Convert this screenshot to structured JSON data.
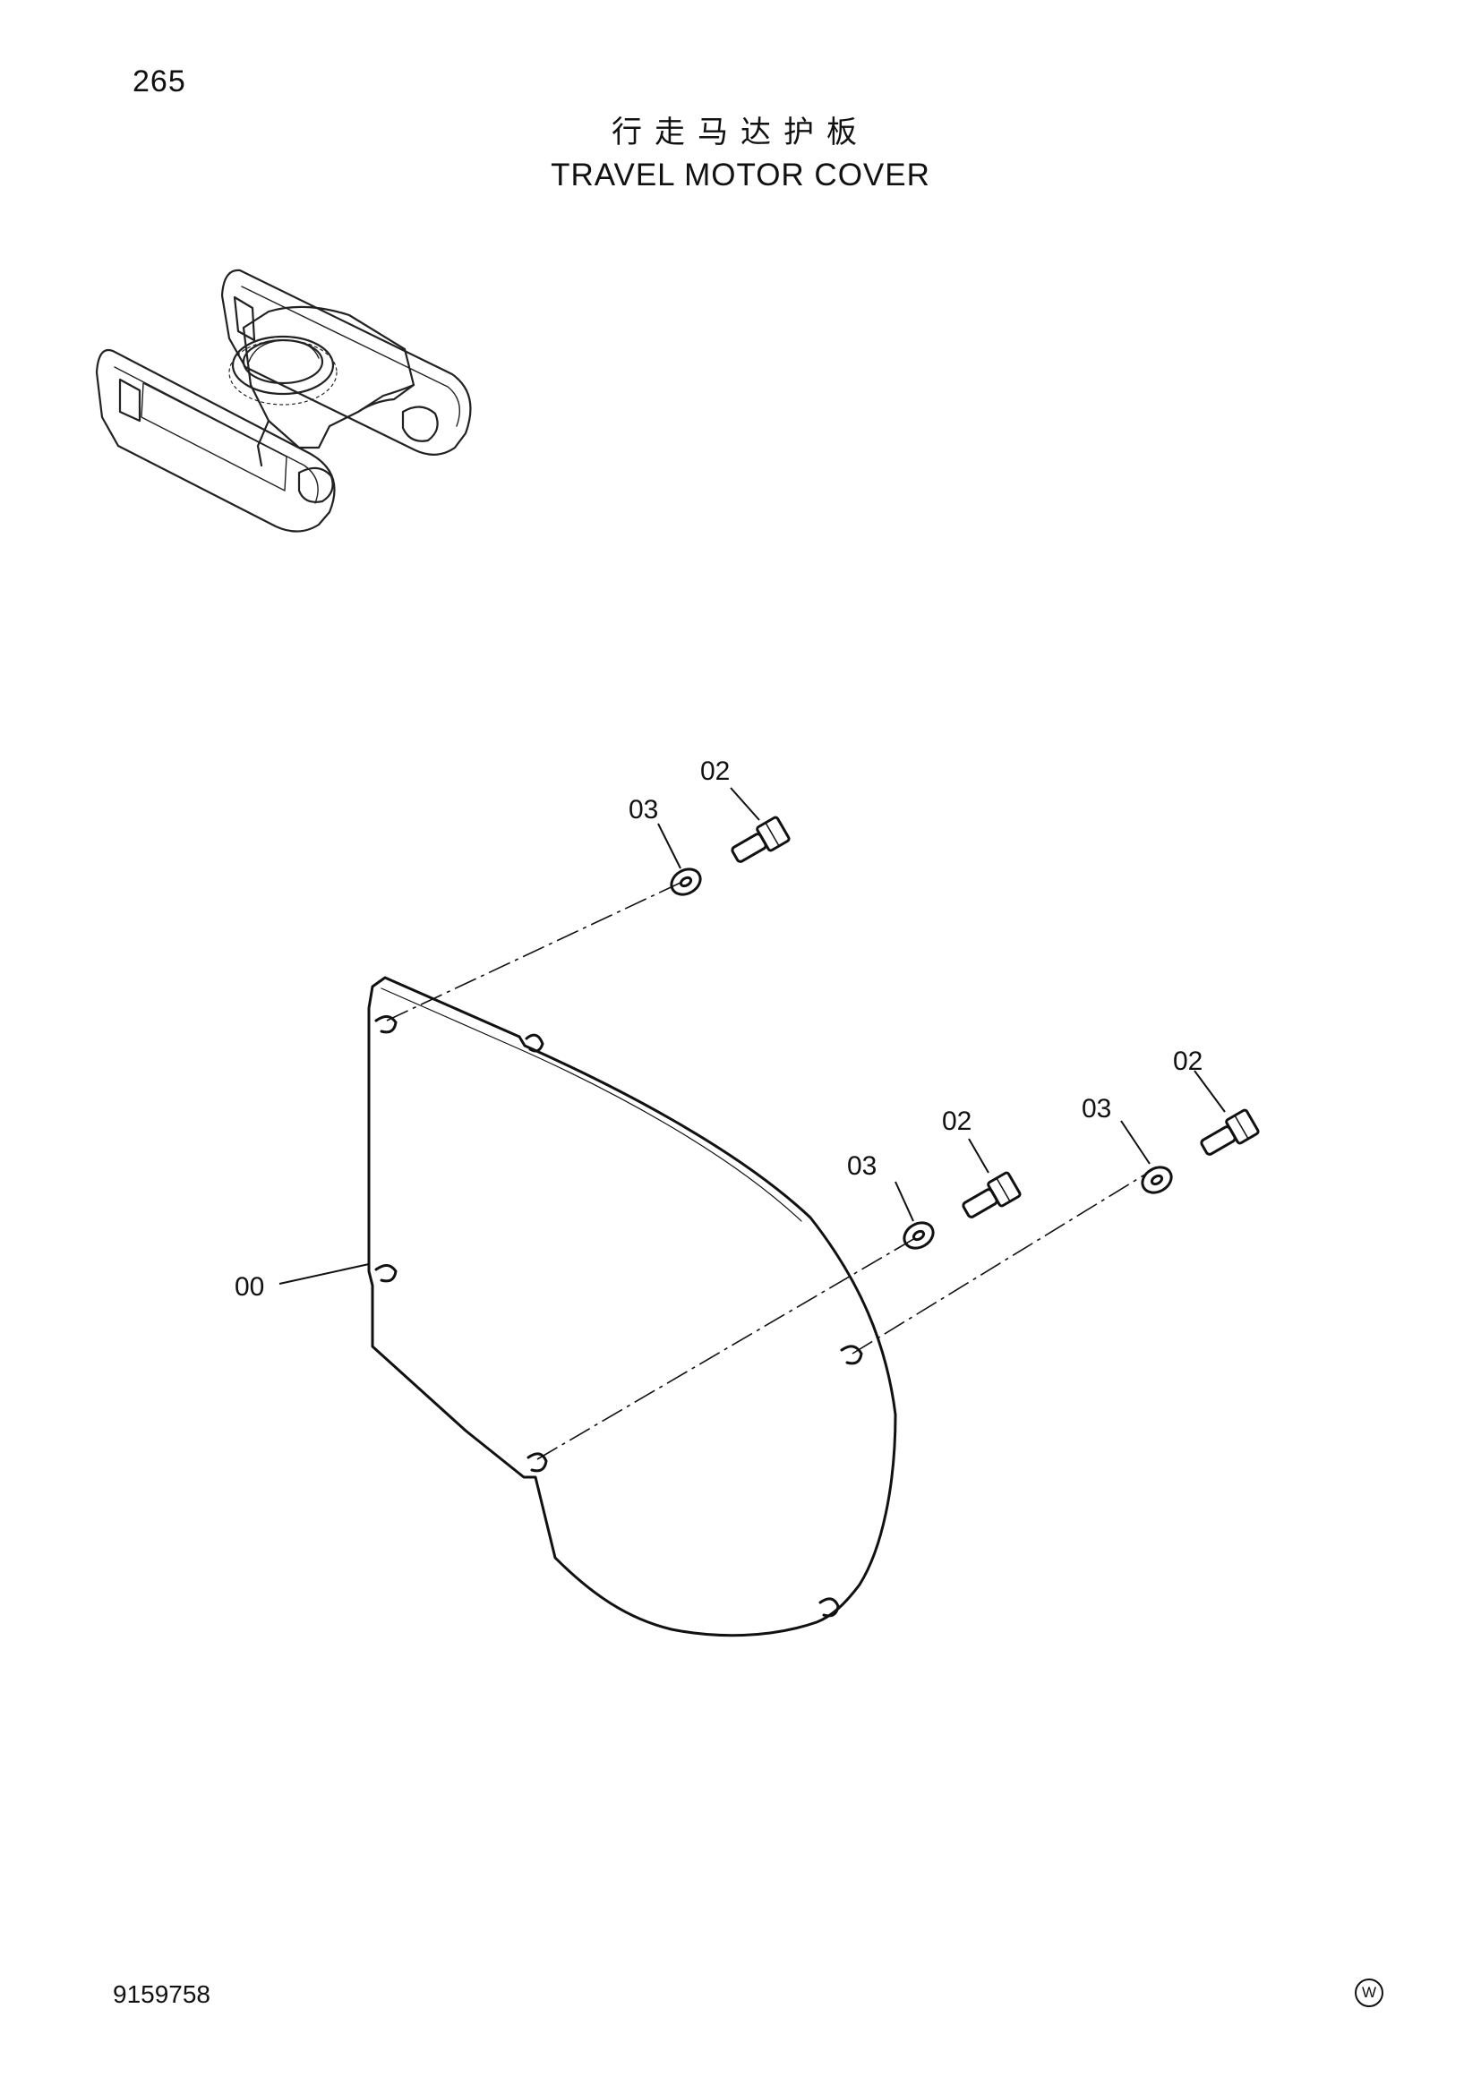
{
  "page_number": "265",
  "title_cn": "行走马达护板",
  "title_en": "TRAVEL MOTOR COVER",
  "document_number": "9159758",
  "corner_mark": "W",
  "callouts": {
    "plate": "00",
    "bolt_top": "02",
    "washer_top": "03",
    "bolt_mid": "02",
    "washer_mid": "03",
    "bolt_right": "02",
    "washer_right": "03"
  }
}
